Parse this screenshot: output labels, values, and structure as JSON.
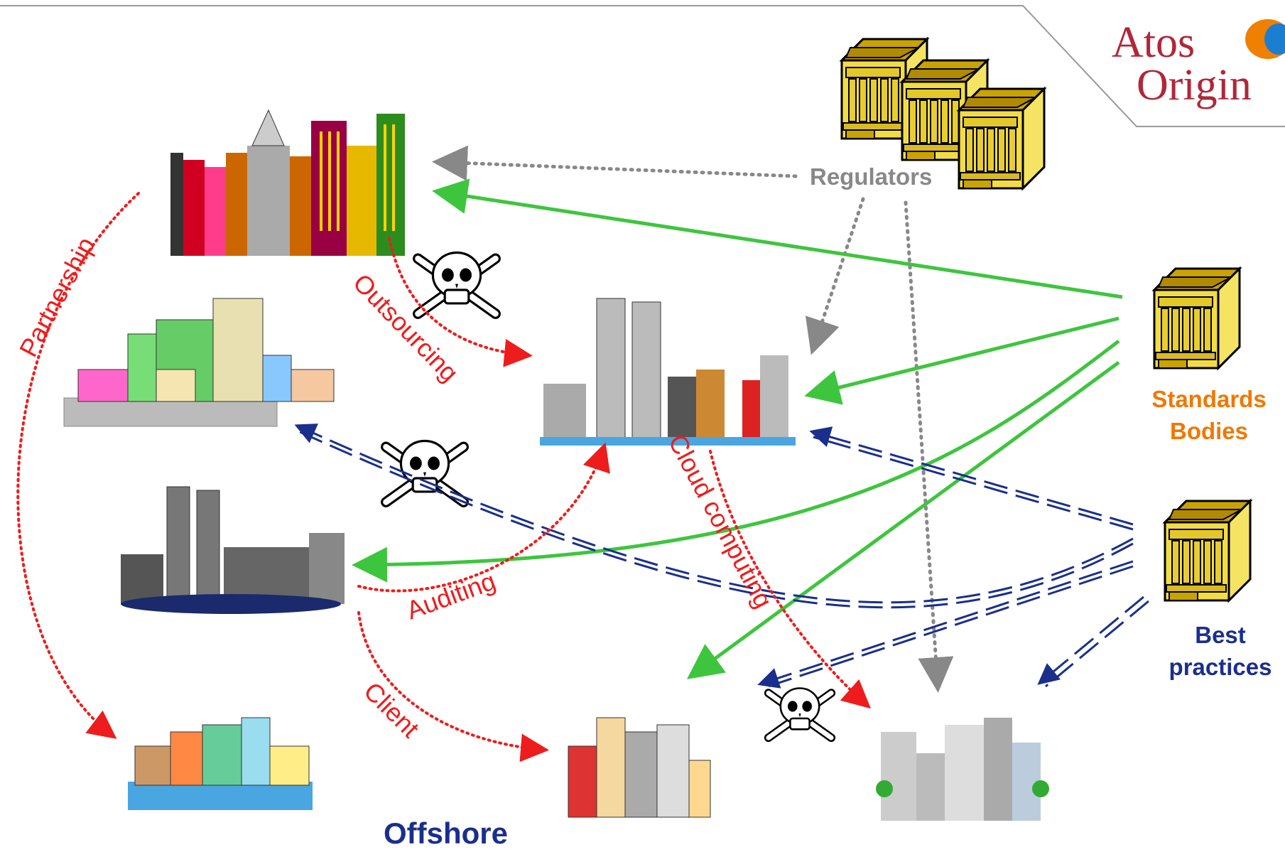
{
  "brand": {
    "line1": "Atos",
    "line2": "Origin"
  },
  "labels": {
    "regulators": "Regulators",
    "standards_bodies": [
      "Standards",
      "Bodies"
    ],
    "best_practices": [
      "Best",
      "practices"
    ],
    "offshore": "Offshore"
  },
  "relations": {
    "partnership": "Partnership",
    "outsourcing": "Outsourcing",
    "auditing": "Auditing",
    "client": "Client",
    "cloud_computing": "Cloud computing"
  },
  "colors": {
    "red": "#ee1c1c",
    "green": "#3ec53e",
    "navy": "#1a2f8c",
    "gray": "#888888",
    "orange": "#f07800",
    "gold": "#c8a000"
  }
}
